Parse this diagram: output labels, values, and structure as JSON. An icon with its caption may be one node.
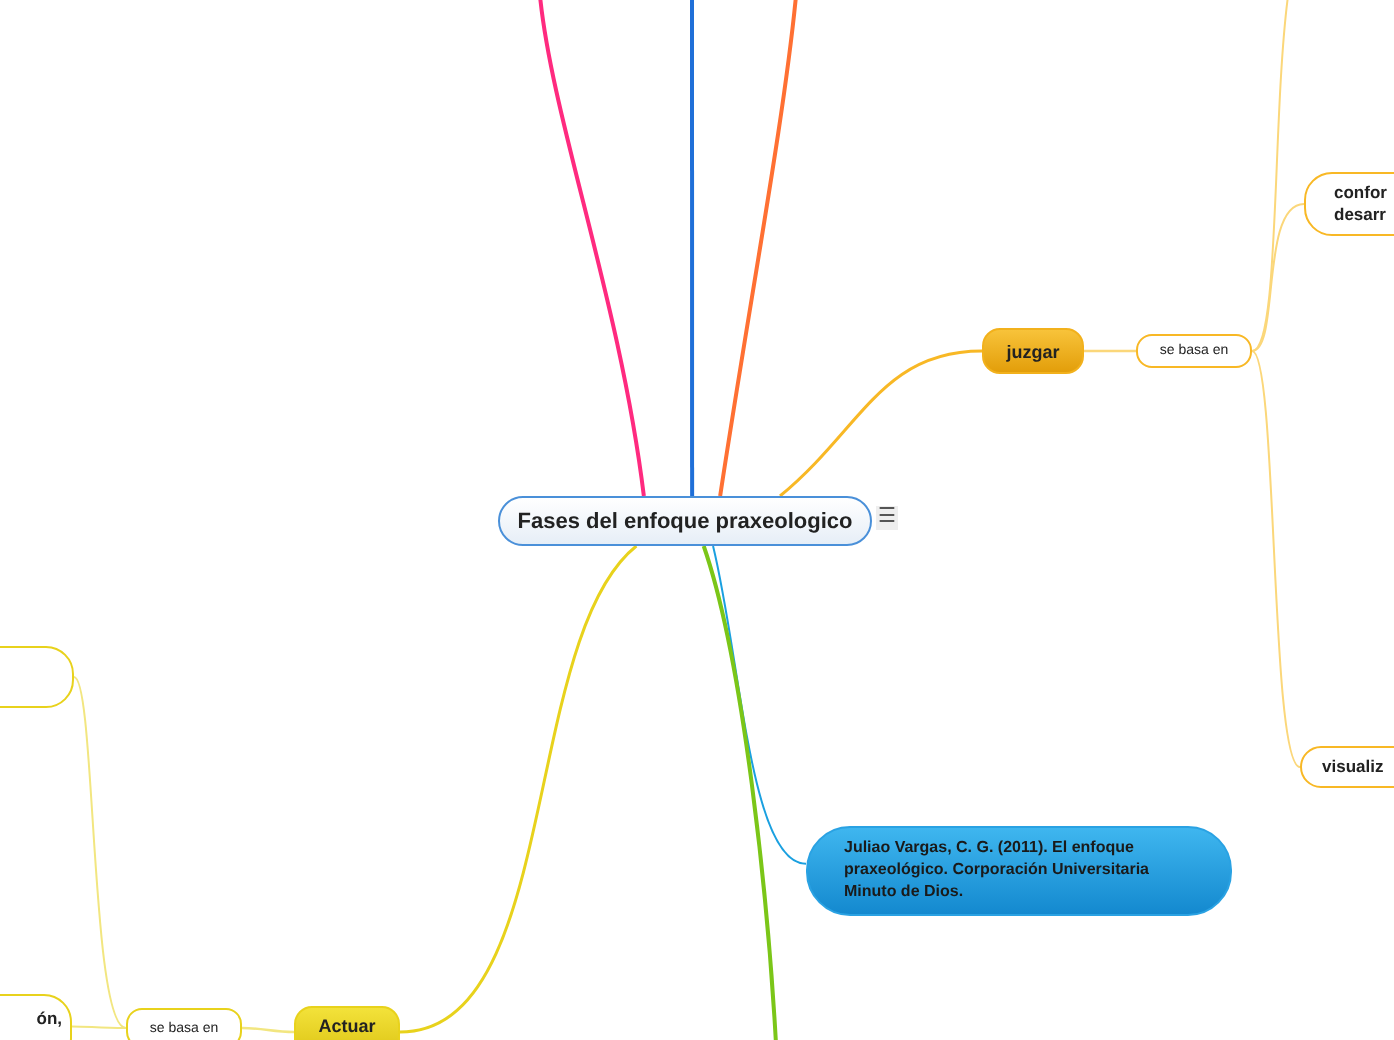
{
  "diagram": {
    "nodes": [
      {
        "text": [
          "Fases del enfoque praxeologico"
        ]
      },
      {
        "text": [
          "juzgar"
        ]
      },
      {
        "text": [
          "se basa en"
        ]
      },
      {
        "text": [
          "confor desarr"
        ]
      },
      {
        "text": [
          "visualiz"
        ]
      },
      {
        "text": [
          "Juliao Vargas, C. G. (2011). El enfoque praxeológico. Corporación Universitaria Minuto de Dios."
        ]
      },
      {
        "text": [
          "Actuar"
        ]
      },
      {
        "text": [
          "se basa en"
        ]
      },
      {
        "text": [],
        "shape": "box"
      },
      {
        "text": [
          "ón,"
        ]
      }
    ],
    "edges": [
      {
        "from": 0,
        "to": null,
        "arrow": "none",
        "color": "#ff2a7f"
      },
      {
        "from": 0,
        "to": null,
        "arrow": "none",
        "color": "#1f6fd8"
      },
      {
        "from": 0,
        "to": null,
        "arrow": "none",
        "color": "#ff7033"
      },
      {
        "from": 0,
        "to": 1,
        "arrow": "none",
        "color": "#f8b825"
      },
      {
        "from": 1,
        "to": 2,
        "arrow": "none",
        "color": "#fbd77a"
      },
      {
        "from": 2,
        "to": 3,
        "arrow": "none",
        "color": "#fbd77a"
      },
      {
        "from": 2,
        "to": 4,
        "arrow": "none",
        "color": "#fbd77a"
      },
      {
        "from": 2,
        "to": null,
        "arrow": "none",
        "color": "#fbd77a"
      },
      {
        "from": 0,
        "to": 5,
        "arrow": "none",
        "color": "#1aa0e0"
      },
      {
        "from": 0,
        "to": 6,
        "arrow": "none",
        "color": "#e8d21c"
      },
      {
        "from": 6,
        "to": 7,
        "arrow": "none",
        "color": "#f2e680"
      },
      {
        "from": 7,
        "to": 8,
        "arrow": "none",
        "color": "#f2e680"
      },
      {
        "from": 7,
        "to": 9,
        "arrow": "none",
        "color": "#f2e680"
      },
      {
        "from": 0,
        "to": null,
        "arrow": "none",
        "color": "#7bc618"
      }
    ],
    "labels": [
      "☰"
    ]
  }
}
